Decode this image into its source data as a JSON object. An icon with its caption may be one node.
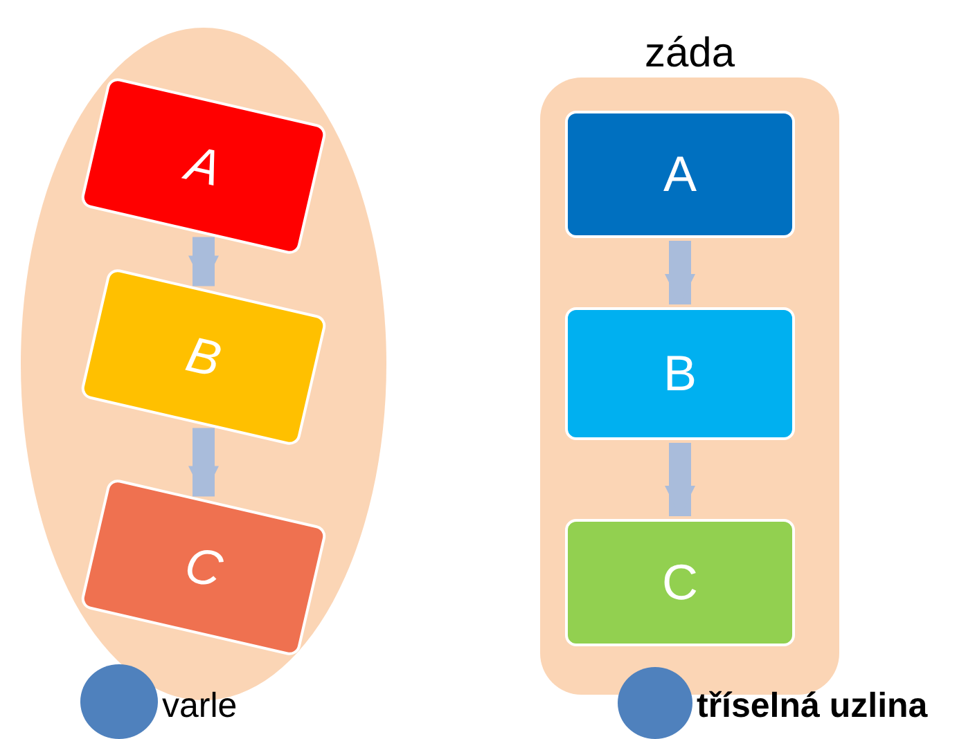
{
  "diagram": {
    "nodes": [
      {
        "text": [],
        "shape": "ellipse"
      },
      {
        "text": [
          "A"
        ],
        "in": 0
      },
      {
        "text": [
          "B"
        ],
        "in": 0
      },
      {
        "text": [
          "C"
        ],
        "in": 0
      },
      {
        "text": [],
        "shape": "circle",
        "beside": [
          "varle"
        ]
      },
      {
        "text": [
          "záda"
        ]
      },
      {
        "text": [
          "A"
        ],
        "in": 5
      },
      {
        "text": [
          "B"
        ],
        "in": 5
      },
      {
        "text": [
          "C"
        ],
        "in": 5
      },
      {
        "text": [],
        "shape": "circle",
        "beside": [
          "tříselná uzlina"
        ]
      }
    ],
    "edges": [
      {
        "from": 1,
        "to": 2,
        "arrow": "to"
      },
      {
        "from": 2,
        "to": 3,
        "arrow": "to"
      },
      {
        "from": 6,
        "to": 7,
        "arrow": "to"
      },
      {
        "from": 7,
        "to": 8,
        "arrow": "to"
      }
    ]
  }
}
